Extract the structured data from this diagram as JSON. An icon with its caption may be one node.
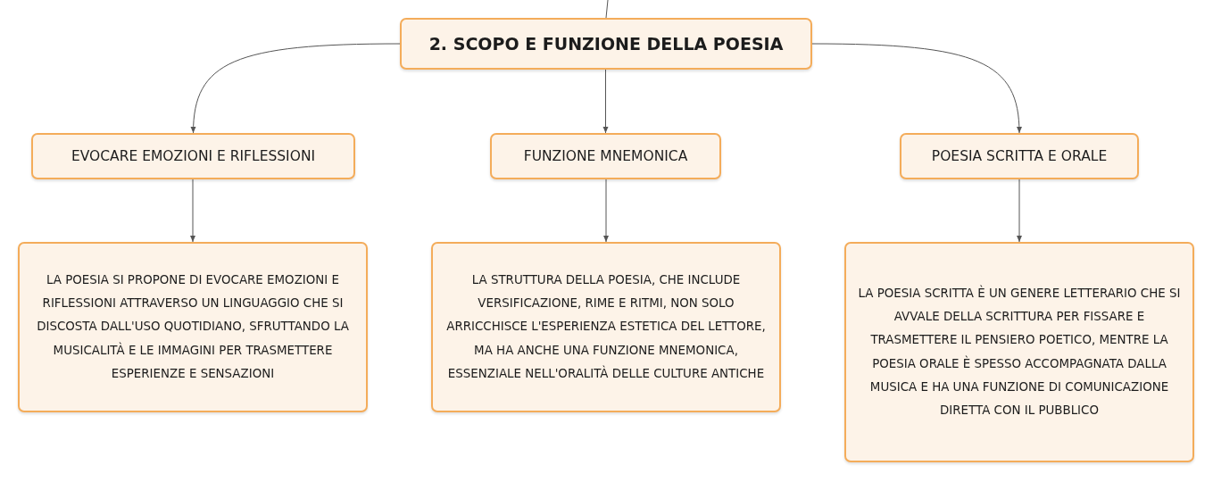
{
  "diagram": {
    "nodes": [
      {
        "text": [
          "2. SCOPO E FUNZIONE DELLA POESIA"
        ]
      },
      {
        "text": [
          "EVOCARE EMOZIONI E RIFLESSIONI"
        ]
      },
      {
        "text": [
          "FUNZIONE MNEMONICA"
        ]
      },
      {
        "text": [
          "POESIA SCRITTA E ORALE"
        ]
      },
      {
        "text": [
          "LA POESIA SI PROPONE DI EVOCARE EMOZIONI E RIFLESSIONI ATTRAVERSO UN LINGUAGGIO CHE SI DISCOSTA DALL'USO QUOTIDIANO, SFRUTTANDO LA MUSICALITÀ E LE IMMAGINI PER TRASMETTERE ESPERIENZE E SENSAZIONI"
        ]
      },
      {
        "text": [
          "LA STRUTTURA DELLA POESIA, CHE INCLUDE VERSIFICAZIONE, RIME E RITMI, NON SOLO ARRICCHISCE L'ESPERIENZA ESTETICA DEL LETTORE, MA HA ANCHE UNA FUNZIONE MNEMONICA, ESSENZIALE NELL'ORALITÀ DELLE CULTURE ANTICHE"
        ]
      },
      {
        "text": [
          "LA POESIA SCRITTA È UN GENERE LETTERARIO CHE SI AVVALE DELLA SCRITTURA PER FISSARE E TRASMETTERE IL PENSIERO POETICO, MENTRE LA POESIA ORALE È SPESSO ACCOMPAGNATA DALLA MUSICA E HA UNA FUNZIONE DI COMUNICAZIONE DIRETTA CON IL PUBBLICO"
        ]
      }
    ],
    "edges": [
      {
        "from": null,
        "to": 0,
        "arrow": "none"
      },
      {
        "from": 0,
        "to": 1,
        "arrow": "to"
      },
      {
        "from": 0,
        "to": 2,
        "arrow": "to"
      },
      {
        "from": 0,
        "to": 3,
        "arrow": "to"
      },
      {
        "from": 1,
        "to": 4,
        "arrow": "to"
      },
      {
        "from": 2,
        "to": 5,
        "arrow": "to"
      },
      {
        "from": 3,
        "to": 6,
        "arrow": "to"
      }
    ]
  }
}
